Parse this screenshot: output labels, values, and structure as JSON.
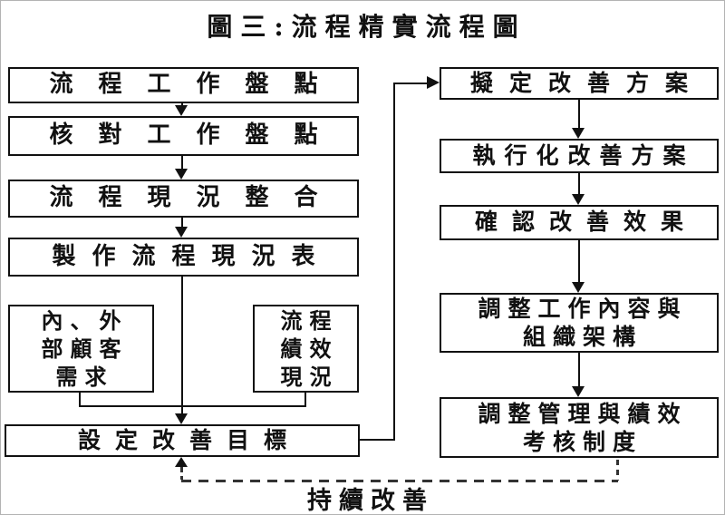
{
  "title": "圖三:流程精實流程圖",
  "left_flow": {
    "steps": [
      "流程工作盤點",
      "核對工作盤點",
      "流程現況整合",
      "製作流程現況表"
    ],
    "inputs": [
      {
        "lines": [
          "內、外",
          "部顧客",
          "需求"
        ]
      },
      {
        "lines": [
          "流程",
          "績效",
          "現況"
        ]
      }
    ],
    "goal": "設定改善目標"
  },
  "right_flow": {
    "steps": [
      {
        "lines": [
          "擬定改善方案"
        ]
      },
      {
        "lines": [
          "執行化改善方案"
        ]
      },
      {
        "lines": [
          "確認改善效果"
        ]
      },
      {
        "lines": [
          "調整工作內容與",
          "組織架構"
        ]
      },
      {
        "lines": [
          "調整管理與績效",
          "考核制度"
        ]
      }
    ]
  },
  "feedback": {
    "label": "持續改善"
  },
  "colors": {
    "line": "#111111",
    "dashed_line": "#333333",
    "background": "#ffffff",
    "page_border": "#b3b3b3"
  }
}
